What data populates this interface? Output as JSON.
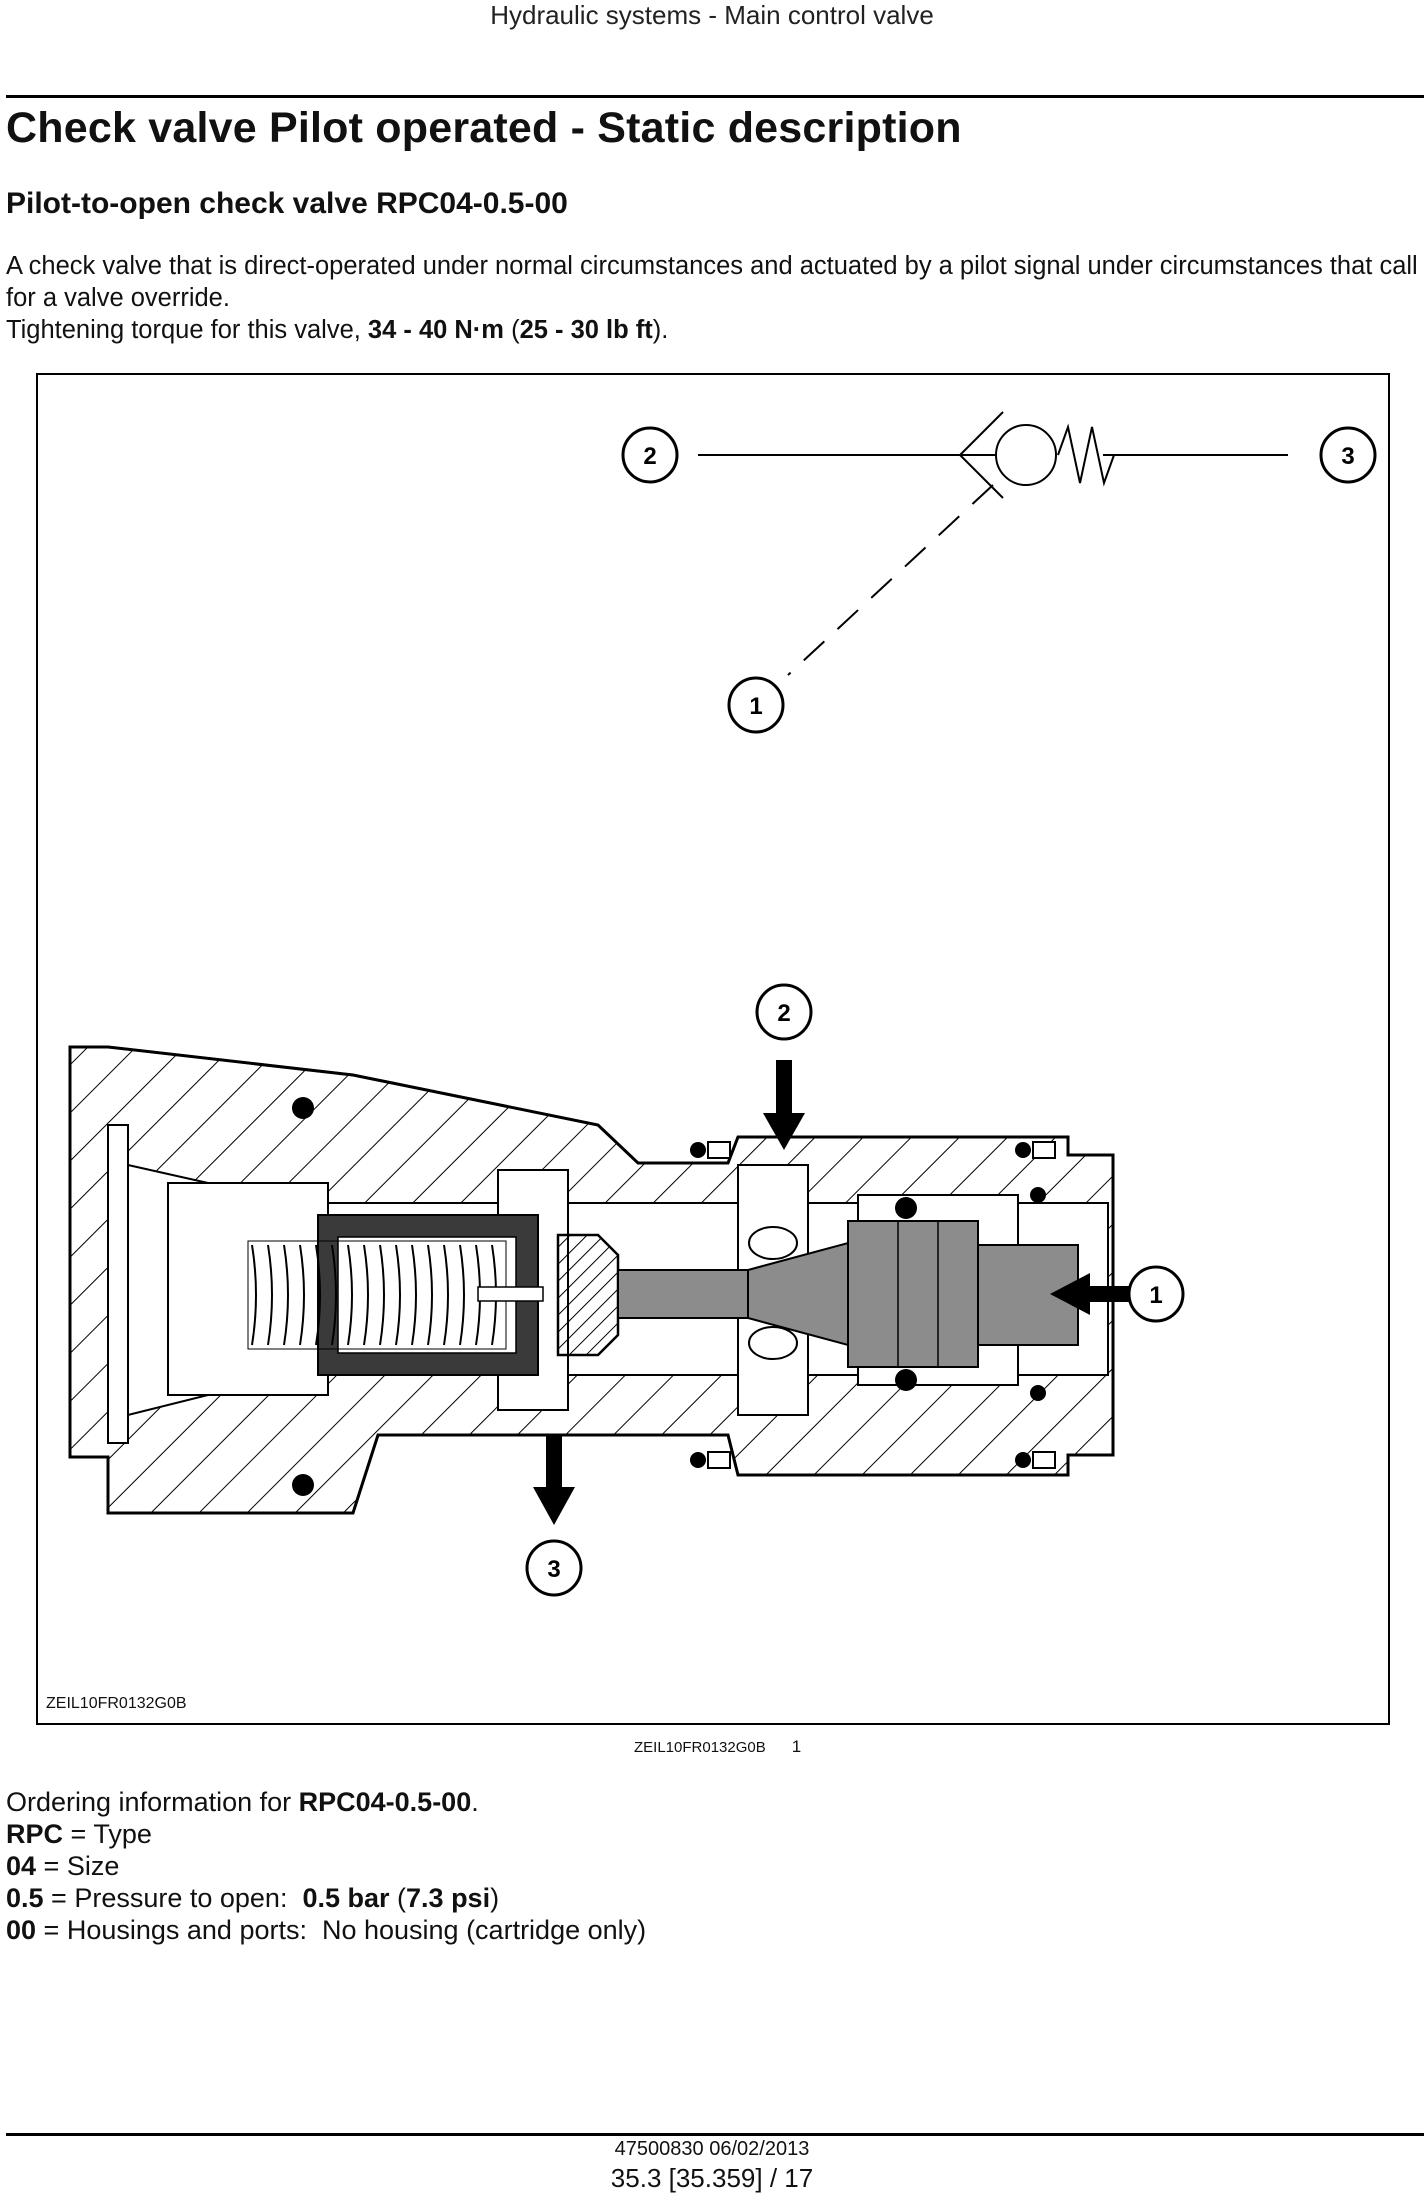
{
  "header": {
    "running_title": "Hydraulic systems - Main control valve"
  },
  "section": {
    "title": "Check valve Pilot operated - Static description",
    "subtitle": "Pilot-to-open check valve RPC04-0.5-00"
  },
  "intro": {
    "paragraph": "A check valve that is direct-operated under normal circumstances and actuated by a pilot signal under circumstances that call for a valve override.",
    "torque_prefix": "Tightening torque for this valve, ",
    "torque_nm": "34 - 40 N·m",
    "torque_paren_open": " (",
    "torque_lbft": "25 - 30 lb ft",
    "torque_suffix": ")."
  },
  "figure": {
    "callouts": {
      "symbol_port_2": "2",
      "symbol_port_3": "3",
      "symbol_pilot_1": "1",
      "section_port_2": "2",
      "section_pilot_1": "1",
      "section_port_3": "3"
    },
    "image_code": "ZEIL10FR0132G0B",
    "caption_code": "ZEIL10FR0132G0B",
    "caption_number": "1"
  },
  "ordering": {
    "intro_prefix": "Ordering information for ",
    "intro_model": "RPC04-0.5-00",
    "intro_suffix": ".",
    "items": [
      {
        "code": "RPC",
        "sep": " = ",
        "text": "Type"
      },
      {
        "code": "04",
        "sep": " = ",
        "text": "Size"
      },
      {
        "code": "0.5",
        "sep": " = ",
        "text": "Pressure to open:  ",
        "bold1": "0.5 bar",
        "mid": " (",
        "bold2": "7.3 psi",
        "end": ")"
      },
      {
        "code": "00",
        "sep": " = ",
        "text": "Housings and ports:  No housing (cartridge only)"
      }
    ]
  },
  "footer": {
    "doc_ref": "47500830 06/02/2013",
    "page_ref": "35.3 [35.359] / 17"
  }
}
